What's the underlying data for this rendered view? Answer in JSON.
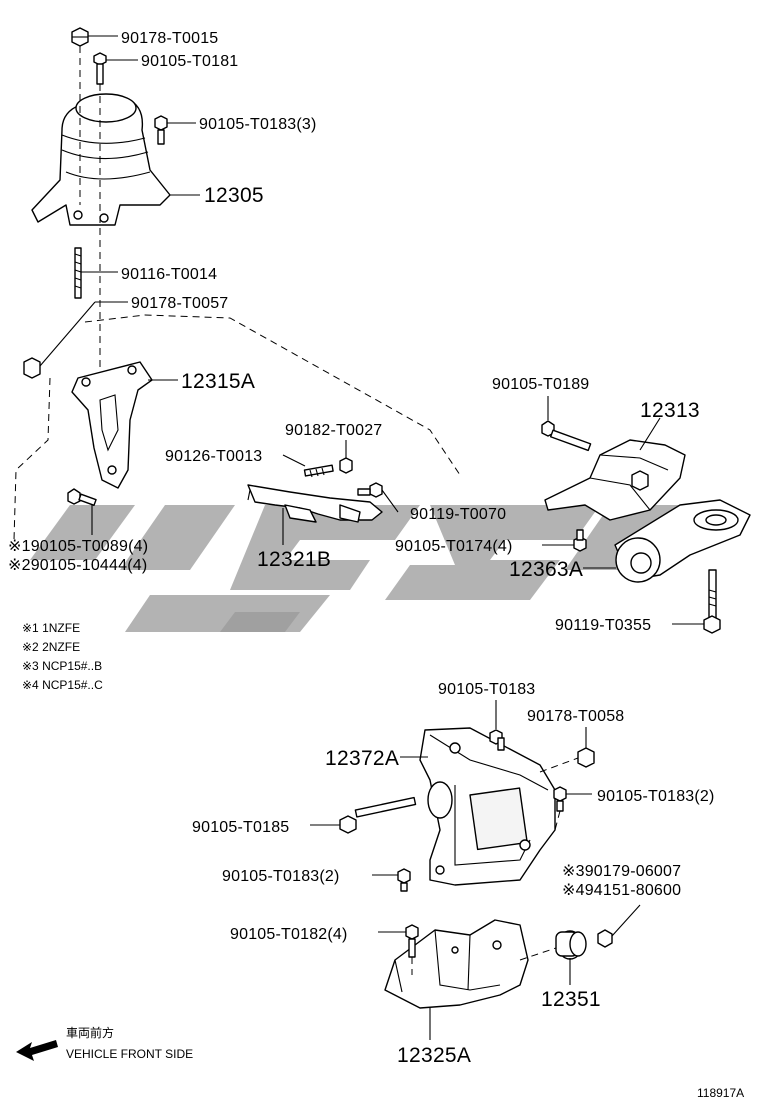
{
  "labels": {
    "p90178_T0015": "90178-T0015",
    "p90105_T0181": "90105-T0181",
    "p90105_T0183_3": "90105-T0183(3)",
    "p12305": "12305",
    "p90116_T0014": "90116-T0014",
    "p90178_T0057": "90178-T0057",
    "p12315A": "12315A",
    "p90105_T0189": "90105-T0189",
    "p12313": "12313",
    "p90182_T0027": "90182-T0027",
    "p90126_T0013": "90126-T0013",
    "p90119_T0070": "90119-T0070",
    "p90105_T0089": "※190105-T0089(4)",
    "p90105_10444": "※290105-10444(4)",
    "p12321B": "12321B",
    "p90105_T0174": "90105-T0174(4)",
    "p12363A": "12363A",
    "p90119_T0355": "90119-T0355",
    "p90105_T0183_a": "90105-T0183",
    "p90178_T0058": "90178-T0058",
    "p12372A": "12372A",
    "p90105_T0183_2a": "90105-T0183(2)",
    "p90105_T0185": "90105-T0185",
    "p90105_T0183_2b": "90105-T0183(2)",
    "p90179_06007": "※390179-06007",
    "p94151_80600": "※494151-80600",
    "p90105_T0182": "90105-T0182(4)",
    "p12351": "12351",
    "p12325A": "12325A"
  },
  "notes": [
    "※1 1NZFE",
    "※2 2NZFE",
    "※3 NCP15#..B",
    "※4 NCP15#..C"
  ],
  "legend": {
    "jp": "車両前方",
    "en": "VEHICLE FRONT SIDE"
  },
  "figure_id": "118917A"
}
